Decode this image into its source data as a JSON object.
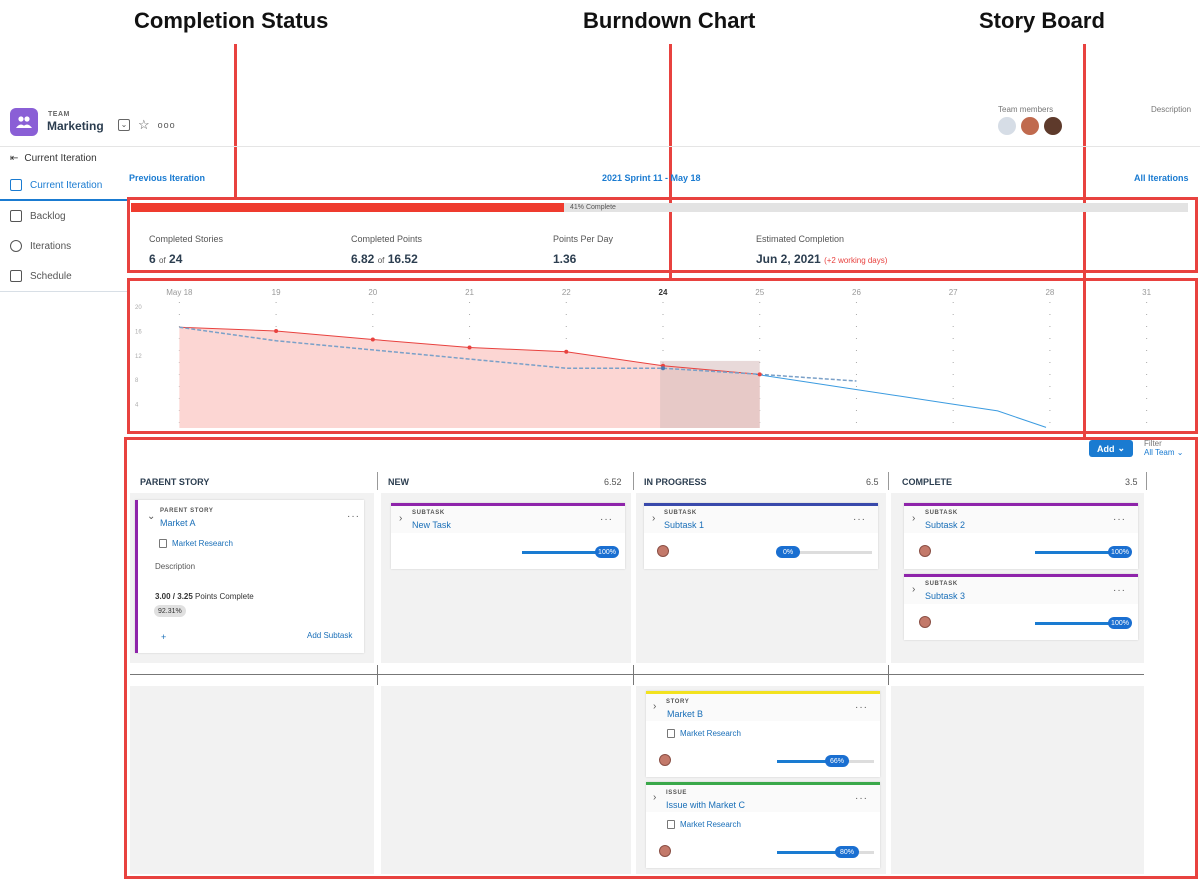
{
  "annotations": {
    "completion_status": "Completion Status",
    "burndown_chart": "Burndown Chart",
    "story_board": "Story Board"
  },
  "header": {
    "team_label": "TEAM",
    "team_name": "Marketing",
    "more": "ooo",
    "members_label": "Team members",
    "description_label": "Description",
    "team_icon_color": "#8a5fd6"
  },
  "sidebar": {
    "top": "Current Iteration",
    "items": [
      {
        "label": "Current Iteration",
        "icon": "board-icon",
        "active": true
      },
      {
        "label": "Backlog",
        "icon": "list-icon",
        "active": false
      },
      {
        "label": "Iterations",
        "icon": "iterations-icon",
        "active": false
      },
      {
        "label": "Schedule",
        "icon": "calendar-icon",
        "active": false
      }
    ]
  },
  "iteration_nav": {
    "previous": "Previous Iteration",
    "current": "2021 Sprint 11 - May 18",
    "all": "All Iterations"
  },
  "completion": {
    "percent": 41,
    "percent_label": "41% Complete",
    "stats": [
      {
        "label": "Completed Stories",
        "main": "6",
        "of": "of",
        "total": "24"
      },
      {
        "label": "Completed Points",
        "main": "6.82",
        "of": "of",
        "total": "16.52"
      },
      {
        "label": "Points Per Day",
        "main": "1.36"
      },
      {
        "label": "Estimated Completion",
        "main": "Jun 2, 2021",
        "extra": "(+2 working days)"
      }
    ]
  },
  "chart_data": {
    "type": "line",
    "x": [
      "May 18",
      "19",
      "20",
      "21",
      "22",
      "24",
      "25",
      "26",
      "27",
      "28",
      "31"
    ],
    "y_ticks": [
      "20",
      "16",
      "12",
      "8",
      "4"
    ],
    "ylim": [
      0,
      20
    ],
    "series": [
      {
        "values": [
          16.52,
          15.9,
          14.5,
          13.2,
          12.5,
          10.2,
          8.8
        ]
      },
      {
        "values": [
          16.52,
          14.3,
          12.8,
          11.3,
          9.8,
          9.8,
          8.8,
          7.7
        ]
      },
      {
        "values": [
          8.8,
          7.6,
          6.4,
          5.2,
          4.0,
          2.8,
          0.1
        ]
      }
    ],
    "colors": {
      "actual": "#e8423f",
      "ideal": "#7aa0c8",
      "projection": "#3b9be0",
      "fill": "#fcd6d3"
    }
  },
  "board": {
    "add_label": "Add",
    "filter_label": "Filter",
    "filter_value": "All Team",
    "columns": [
      {
        "title": "PARENT STORY",
        "count": ""
      },
      {
        "title": "NEW",
        "count": "6.52"
      },
      {
        "title": "IN PROGRESS",
        "count": "6.5"
      },
      {
        "title": "COMPLETE",
        "count": "3.5"
      }
    ],
    "parent_card": {
      "type": "PARENT STORY",
      "title": "Market A",
      "link": "Market Research",
      "description": "Description",
      "points_done": "3.00 / 3.25",
      "points_suffix": "Points Complete",
      "percent_badge": "92.31%",
      "add_plus": "+",
      "add_subtask": "Add Subtask"
    },
    "cards": [
      {
        "type": "SUBTASK",
        "title": "New Task",
        "progress": "100%",
        "progress_value": 1.0,
        "color": "#8e24aa"
      },
      {
        "type": "SUBTASK",
        "title": "Subtask 1",
        "progress": "0%",
        "progress_value": 0.0,
        "color": "#3949ab"
      },
      {
        "type": "SUBTASK",
        "title": "Subtask 2",
        "progress": "100%",
        "progress_value": 1.0,
        "color": "#8e24aa"
      },
      {
        "type": "SUBTASK",
        "title": "Subtask 3",
        "progress": "100%",
        "progress_value": 1.0,
        "color": "#8e24aa"
      },
      {
        "type": "STORY",
        "title": "Market B",
        "link": "Market Research",
        "progress": "66%",
        "progress_value": 0.66,
        "color": "#f2e21f"
      },
      {
        "type": "ISSUE",
        "title": "Issue with Market C",
        "link": "Market Research",
        "progress": "80%",
        "progress_value": 0.8,
        "color": "#3aa84a"
      }
    ]
  }
}
